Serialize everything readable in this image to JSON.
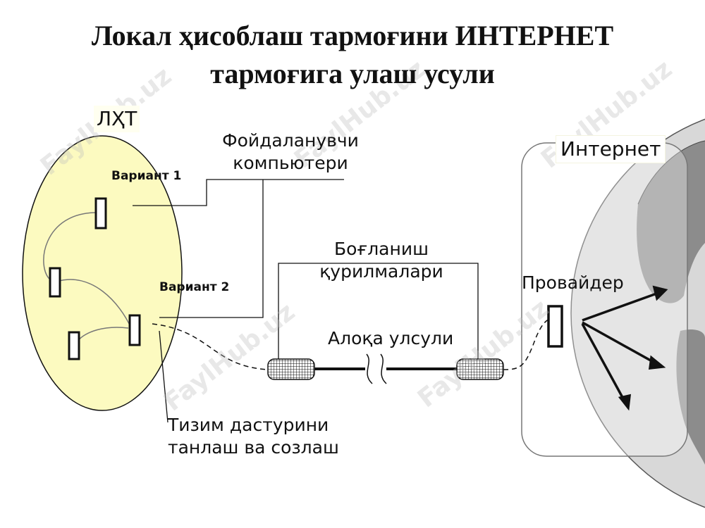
{
  "title": {
    "line1": "Локал ҳисоблаш тармоғини ИНТЕРНЕТ",
    "line2": "тармоғига улаш усули"
  },
  "labels": {
    "lan": "ЛҲТ",
    "internet": "Интернет",
    "user_computer_line1": "Фойдаланувчи",
    "user_computer_line2": "компьютери",
    "variant1": "Вариант 1",
    "variant2": "Вариант 2",
    "devices_line1": "Боғланиш",
    "devices_line2": "қурилмалари",
    "channel": "Алоқа улсули",
    "provider": "Провайдер",
    "setup_line1": "Тизим дастурини",
    "setup_line2": "танлаш ва созлаш"
  },
  "watermark": "FaylHub.uz",
  "colors": {
    "lan_fill": "#fcfac0",
    "globe_water": "#d8d8d8",
    "globe_land": "#8c8c8c",
    "line": "#111111"
  }
}
